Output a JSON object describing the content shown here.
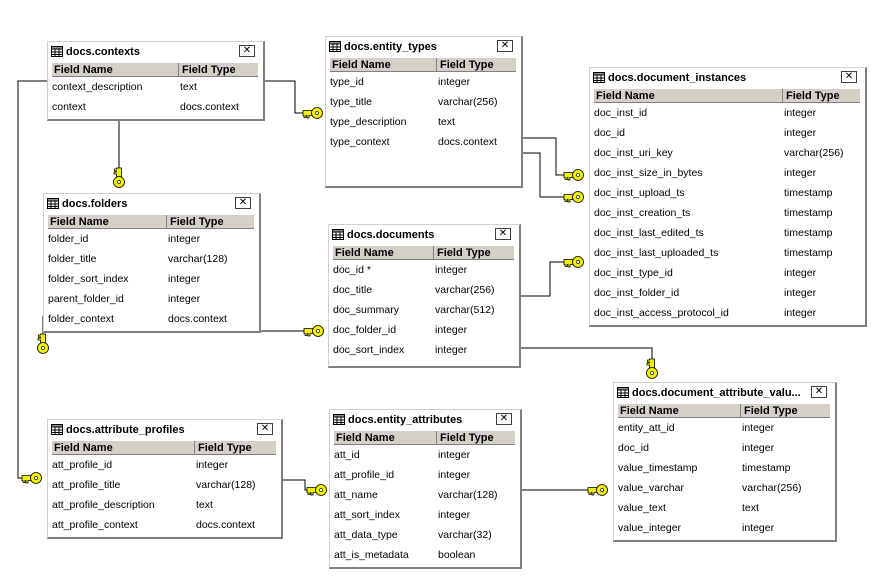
{
  "header_labels": {
    "field_name": "Field Name",
    "field_type": "Field Type",
    "close_glyph": "✕"
  },
  "tables": [
    {
      "name": "docs.contexts",
      "fields": [
        [
          "context_description",
          "text"
        ],
        [
          "context",
          "docs.context"
        ]
      ]
    },
    {
      "name": "docs.entity_types",
      "fields": [
        [
          "type_id",
          "integer"
        ],
        [
          "type_title",
          "varchar(256)"
        ],
        [
          "type_description",
          "text"
        ],
        [
          "type_context",
          "docs.context"
        ]
      ]
    },
    {
      "name": "docs.document_instances",
      "fields": [
        [
          "doc_inst_id",
          "integer"
        ],
        [
          "doc_id",
          "integer"
        ],
        [
          "doc_inst_uri_key",
          "varchar(256)"
        ],
        [
          "doc_inst_size_in_bytes",
          "integer"
        ],
        [
          "doc_inst_upload_ts",
          "timestamp"
        ],
        [
          "doc_inst_creation_ts",
          "timestamp"
        ],
        [
          "doc_inst_last_edited_ts",
          "timestamp"
        ],
        [
          "doc_inst_last_uploaded_ts",
          "timestamp"
        ],
        [
          "doc_inst_type_id",
          "integer"
        ],
        [
          "doc_inst_folder_id",
          "integer"
        ],
        [
          "doc_inst_access_protocol_id",
          "integer"
        ]
      ]
    },
    {
      "name": "docs.folders",
      "fields": [
        [
          "folder_id",
          "integer"
        ],
        [
          "folder_title",
          "varchar(128)"
        ],
        [
          "folder_sort_index",
          "integer"
        ],
        [
          "parent_folder_id",
          "integer"
        ],
        [
          "folder_context",
          "docs.context"
        ]
      ]
    },
    {
      "name": "docs.documents",
      "fields": [
        [
          "doc_id *",
          "integer"
        ],
        [
          "doc_title",
          "varchar(256)"
        ],
        [
          "doc_summary",
          "varchar(512)"
        ],
        [
          "doc_folder_id",
          "integer"
        ],
        [
          "doc_sort_index",
          "integer"
        ]
      ]
    },
    {
      "name": "docs.document_attribute_valu...",
      "fields": [
        [
          "entity_att_id",
          "integer"
        ],
        [
          "doc_id",
          "integer"
        ],
        [
          "value_timestamp",
          "timestamp"
        ],
        [
          "value_varchar",
          "varchar(256)"
        ],
        [
          "value_text",
          "text"
        ],
        [
          "value_integer",
          "integer"
        ]
      ]
    },
    {
      "name": "docs.attribute_profiles",
      "fields": [
        [
          "att_profile_id",
          "integer"
        ],
        [
          "att_profile_title",
          "varchar(128)"
        ],
        [
          "att_profile_description",
          "text"
        ],
        [
          "att_profile_context",
          "docs.context"
        ]
      ]
    },
    {
      "name": "docs.entity_attributes",
      "fields": [
        [
          "att_id",
          "integer"
        ],
        [
          "att_profile_id",
          "integer"
        ],
        [
          "att_name",
          "varchar(128)"
        ],
        [
          "att_sort_index",
          "integer"
        ],
        [
          "att_data_type",
          "varchar(32)"
        ],
        [
          "att_is_metadata",
          "boolean"
        ]
      ]
    }
  ],
  "colors": {
    "key": "#f0f000",
    "key_outline": "#000000",
    "line": "#000000",
    "header_bg": "#d4d0c8"
  }
}
